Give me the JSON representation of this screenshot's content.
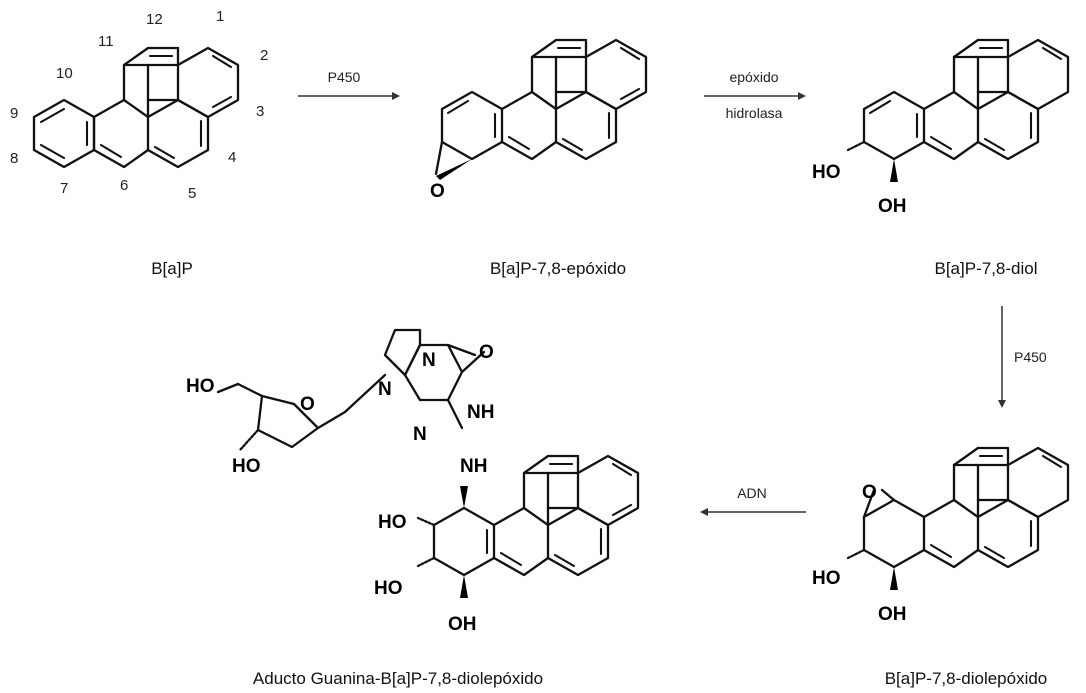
{
  "compounds": {
    "bap": "B[a]P",
    "epoxide": "B[a]P-7,8-epóxido",
    "diol": "B[a]P-7,8-diol",
    "diolepoxide": "B[a]P-7,8-diolepóxido",
    "adduct": "Aducto Guanina-B[a]P-7,8-diolepóxido"
  },
  "reagents": {
    "step1": "P450",
    "step2_line1": "epóxido",
    "step2_line2": "hidrolasa",
    "step3": "P450",
    "step4": "ADN"
  },
  "numbering": [
    "1",
    "2",
    "3",
    "4",
    "5",
    "6",
    "7",
    "8",
    "9",
    "10",
    "11",
    "12"
  ],
  "atoms": {
    "ho": "HO",
    "oh": "OH",
    "o": "O",
    "n": "N",
    "nh": "NH",
    "ho_sugar": "HO"
  }
}
